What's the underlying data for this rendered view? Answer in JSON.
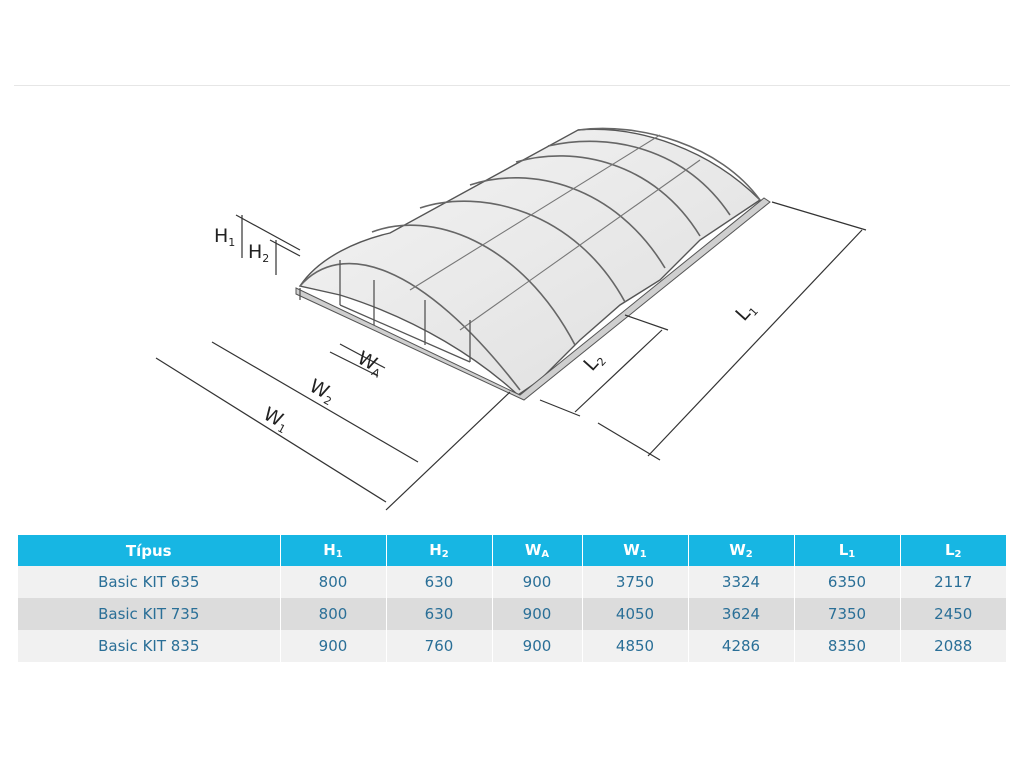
{
  "diagram": {
    "labels": {
      "h1": {
        "main": "H",
        "sub": "1"
      },
      "h2": {
        "main": "H",
        "sub": "2"
      },
      "wa": {
        "main": "W",
        "sub": "A"
      },
      "w2": {
        "main": "W",
        "sub": "2"
      },
      "w1": {
        "main": "W",
        "sub": "1"
      },
      "l2": {
        "main": "L",
        "sub": "2"
      },
      "l1": {
        "main": "L",
        "sub": "1"
      }
    }
  },
  "table": {
    "headers": [
      {
        "main": "Típus",
        "sub": ""
      },
      {
        "main": "H",
        "sub": "1"
      },
      {
        "main": "H",
        "sub": "2"
      },
      {
        "main": "W",
        "sub": "A"
      },
      {
        "main": "W",
        "sub": "1"
      },
      {
        "main": "W",
        "sub": "2"
      },
      {
        "main": "L",
        "sub": "1"
      },
      {
        "main": "L",
        "sub": "2"
      }
    ],
    "rows": [
      [
        "Basic KIT 635",
        "800",
        "630",
        "900",
        "3750",
        "3324",
        "6350",
        "2117"
      ],
      [
        "Basic KIT 735",
        "800",
        "630",
        "900",
        "4050",
        "3624",
        "7350",
        "2450"
      ],
      [
        "Basic KIT 835",
        "900",
        "760",
        "900",
        "4850",
        "4286",
        "8350",
        "2088"
      ]
    ]
  },
  "colors": {
    "header_bg": "#17b6e3",
    "row_light": "#f1f1f1",
    "row_dark": "#dcdcdc",
    "cell_text": "#2a6f97"
  }
}
